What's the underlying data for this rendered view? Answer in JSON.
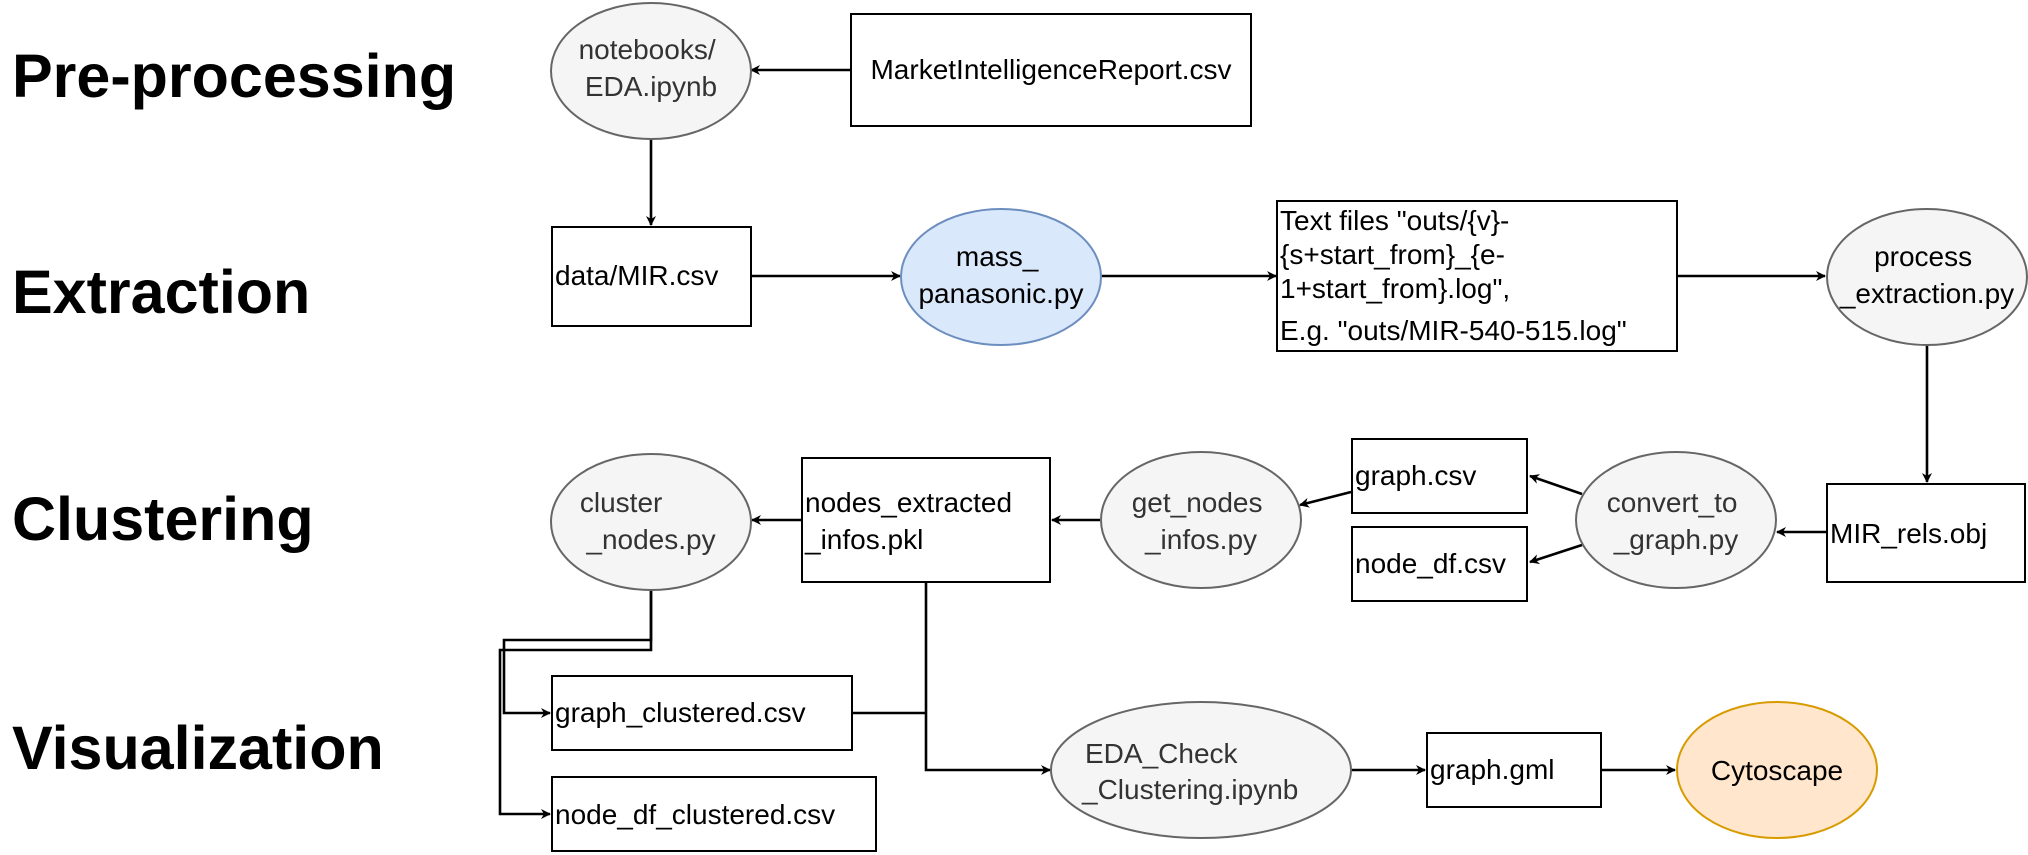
{
  "stages": [
    {
      "id": "pre",
      "label": "Pre-processing"
    },
    {
      "id": "ext",
      "label": "Extraction"
    },
    {
      "id": "clu",
      "label": "Clustering"
    },
    {
      "id": "vis",
      "label": "Visualization"
    }
  ],
  "nodes": {
    "eda_notebook": {
      "lines": [
        "notebooks/",
        "EDA.ipynb"
      ]
    },
    "mir_report_csv": {
      "lines": [
        "MarketIntelligenceReport.csv"
      ]
    },
    "mir_csv": {
      "lines": [
        "data/MIR.csv"
      ]
    },
    "mass_panasonic": {
      "lines": [
        "mass_",
        "panasonic.py"
      ]
    },
    "text_files": {
      "lines": [
        "Text files \"outs/{v}-",
        "{s+start_from}_{e-",
        "1+start_from}.log\",",
        "E.g. \"outs/MIR-540-515.log\""
      ]
    },
    "process_extraction": {
      "lines": [
        "process",
        "_extraction.py"
      ]
    },
    "mir_rels": {
      "lines": [
        "MIR_rels.obj"
      ]
    },
    "convert_to_graph": {
      "lines": [
        "convert_to",
        "_graph.py"
      ]
    },
    "graph_csv": {
      "lines": [
        "graph.csv"
      ]
    },
    "node_df_csv": {
      "lines": [
        "node_df.csv"
      ]
    },
    "get_nodes_infos": {
      "lines": [
        "get_nodes",
        "_infos.py"
      ]
    },
    "nodes_extracted": {
      "lines": [
        "nodes_extracted",
        "_infos.pkl"
      ]
    },
    "cluster_nodes": {
      "lines": [
        "cluster",
        "_nodes.py"
      ]
    },
    "graph_clustered": {
      "lines": [
        "graph_clustered.csv"
      ]
    },
    "node_df_clustered": {
      "lines": [
        "node_df_clustered.csv"
      ]
    },
    "eda_check": {
      "lines": [
        "EDA_Check",
        "_Clustering.ipynb"
      ]
    },
    "graph_gml": {
      "lines": [
        "graph.gml"
      ]
    },
    "cytoscape": {
      "lines": [
        "Cytoscape"
      ]
    }
  },
  "colors": {
    "ellipse_fill": "#f5f5f5",
    "ellipse_stroke": "#666666",
    "highlight_blue_fill": "#dae8fc",
    "highlight_blue_stroke": "#6c8ebf",
    "highlight_orange_fill": "#ffe6cc",
    "highlight_orange_stroke": "#d79b00",
    "box_stroke": "#000000",
    "edge": "#000000"
  },
  "edges": [
    {
      "from": "mir_report_csv",
      "to": "eda_notebook"
    },
    {
      "from": "eda_notebook",
      "to": "mir_csv"
    },
    {
      "from": "mir_csv",
      "to": "mass_panasonic"
    },
    {
      "from": "mass_panasonic",
      "to": "text_files"
    },
    {
      "from": "text_files",
      "to": "process_extraction"
    },
    {
      "from": "process_extraction",
      "to": "mir_rels"
    },
    {
      "from": "mir_rels",
      "to": "convert_to_graph"
    },
    {
      "from": "convert_to_graph",
      "to": "graph_csv"
    },
    {
      "from": "convert_to_graph",
      "to": "node_df_csv"
    },
    {
      "from": "graph_csv",
      "to": "get_nodes_infos"
    },
    {
      "from": "get_nodes_infos",
      "to": "nodes_extracted"
    },
    {
      "from": "nodes_extracted",
      "to": "cluster_nodes"
    },
    {
      "from": "cluster_nodes",
      "to": "graph_clustered"
    },
    {
      "from": "cluster_nodes",
      "to": "node_df_clustered"
    },
    {
      "from": "nodes_extracted",
      "to": "eda_check"
    },
    {
      "from": "graph_clustered",
      "to": "eda_check"
    },
    {
      "from": "eda_check",
      "to": "graph_gml"
    },
    {
      "from": "graph_gml",
      "to": "cytoscape"
    }
  ]
}
